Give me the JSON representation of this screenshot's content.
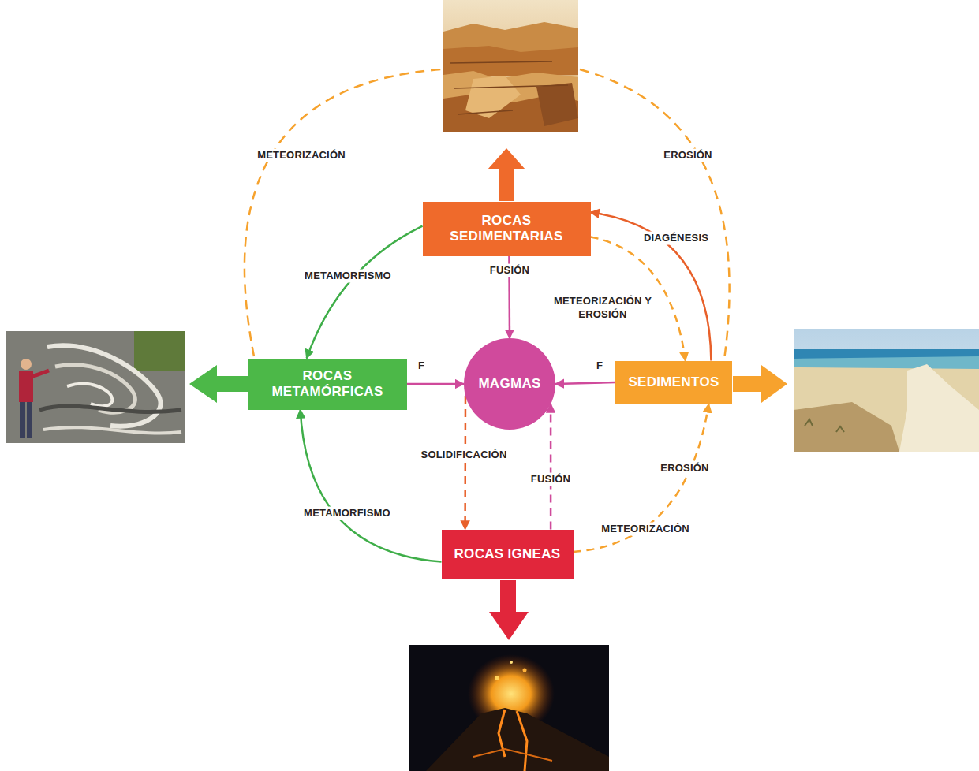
{
  "diagram": {
    "nodes": [
      {
        "text": [
          "ROCAS SEDIMENTARIAS"
        ]
      },
      {
        "text": [
          "ROCAS METAMÓRFICAS"
        ]
      },
      {
        "text": [
          "MAGMAS"
        ]
      },
      {
        "text": [
          "SEDIMENTOS"
        ]
      },
      {
        "text": [
          "ROCAS IGNEAS"
        ]
      }
    ],
    "edges": [
      {
        "from": 0,
        "to": 1,
        "label": "METAMORFISMO",
        "arrow": "to"
      },
      {
        "from": 0,
        "to": 2,
        "label": "FUSIÓN",
        "arrow": "to"
      },
      {
        "from": 0,
        "to": 3,
        "label": "METEORIZACIÓN Y EROSIÓN",
        "arrow": "to"
      },
      {
        "from": 3,
        "to": 0,
        "label": "DIAGÉNESIS",
        "arrow": "to"
      },
      {
        "from": 1,
        "to": 2,
        "label": "F",
        "arrow": "to"
      },
      {
        "from": 3,
        "to": 2,
        "label": "F",
        "arrow": "to"
      },
      {
        "from": 2,
        "to": 4,
        "label": "SOLIDIFICACIÓN",
        "arrow": "to"
      },
      {
        "from": 4,
        "to": 2,
        "label": "FUSIÓN",
        "arrow": "to"
      },
      {
        "from": 4,
        "to": 1,
        "label": "METAMORFISMO",
        "arrow": "to"
      },
      {
        "from": 4,
        "to": 3,
        "label": "METEORIZACIÓN",
        "arrow": "to"
      }
    ],
    "labels": [
      "METEORIZACIÓN",
      "EROSIÓN",
      "EROSIÓN"
    ]
  }
}
